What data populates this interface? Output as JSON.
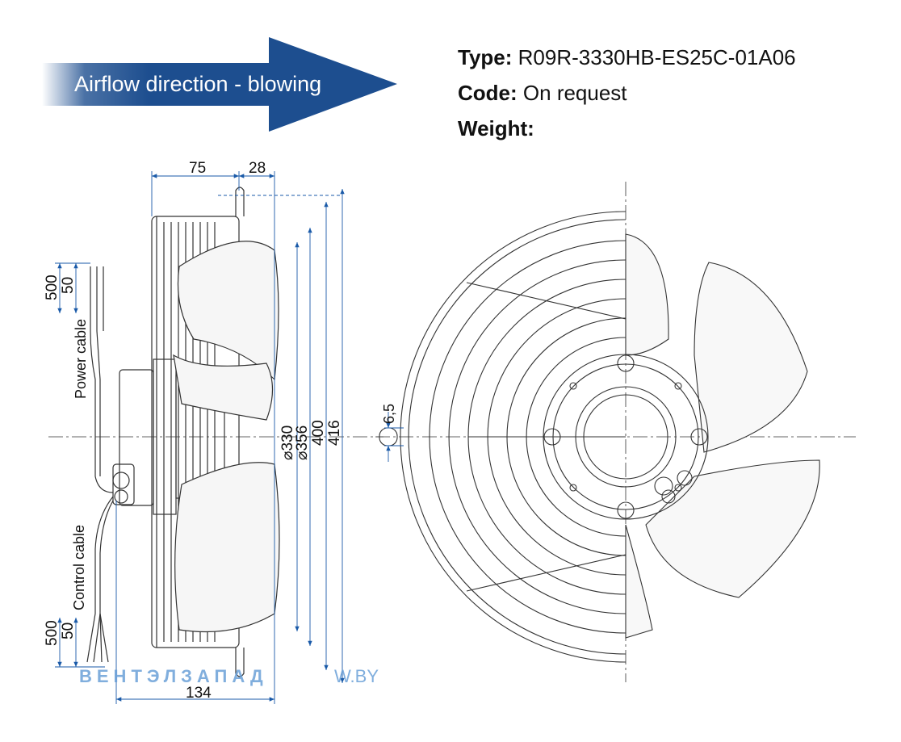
{
  "banner": {
    "text": "Airflow direction - blowing"
  },
  "info": {
    "type_label": "Type:",
    "type_value": "R09R-3330HB-ES25C-01A06",
    "code_label": "Code:",
    "code_value": "On request",
    "weight_label": "Weight:",
    "weight_value": ""
  },
  "dims": {
    "d75": "75",
    "d28": "28",
    "d330": "⌀330",
    "d356": "⌀356",
    "d400": "400",
    "d416": "416",
    "d134": "134",
    "d6_5": "6,5",
    "p500": "500",
    "p50": "50",
    "c500": "500",
    "c50": "50"
  },
  "labels": {
    "power_cable": "Power cable",
    "control_cable": "Control cable"
  },
  "watermark": {
    "brand": "ВЕНТЭЛЗАПАД",
    "suffix": "W.BY"
  },
  "colors": {
    "banner": "#1d4e8f",
    "dimension": "#1a5aa8",
    "drawing": "#333333",
    "watermark": "#6aa0d8"
  }
}
